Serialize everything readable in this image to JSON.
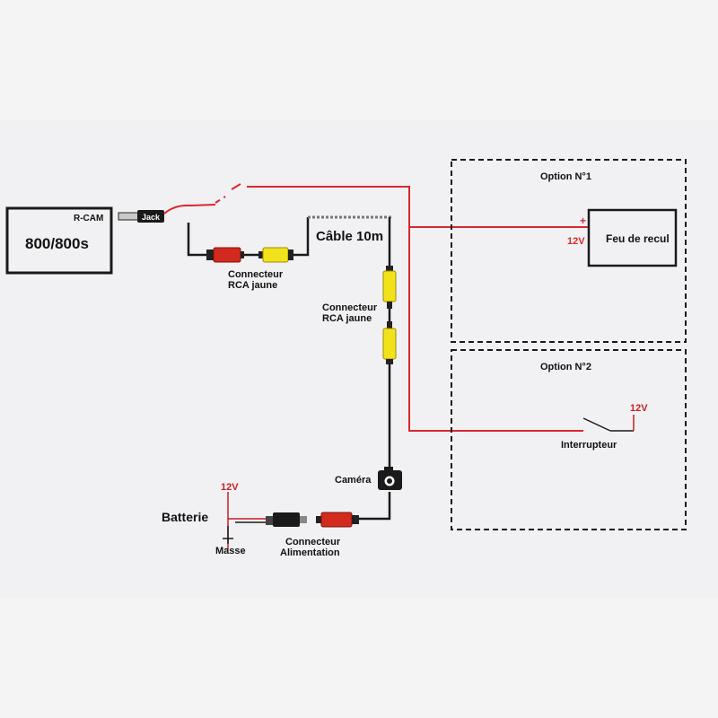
{
  "monitor": {
    "model": "R-CAM",
    "size": "800/800s"
  },
  "jack": "Jack",
  "cable": "Câble 10m",
  "connectors": {
    "rca_top_line1": "Connecteur",
    "rca_top_line2": "RCA jaune",
    "rca_side_line1": "Connecteur",
    "rca_side_line2": "RCA jaune",
    "power_line1": "Connecteur",
    "power_line2": "Alimentation"
  },
  "camera": "Caméra",
  "battery": {
    "label": "Batterie",
    "voltage": "12V",
    "ground": "Masse"
  },
  "option1": {
    "title": "Option N°1",
    "plus": "+",
    "voltage": "12V",
    "device": "Feu de recul"
  },
  "option2": {
    "title": "Option N°2",
    "voltage": "12V",
    "switch": "Interrupteur"
  },
  "colors": {
    "red_wire": "#d8282f",
    "black_wire": "#1a1a1a",
    "rca_yellow": "#f2e21b",
    "rca_red": "#d32a1e",
    "paper": "#f1f1f3"
  }
}
